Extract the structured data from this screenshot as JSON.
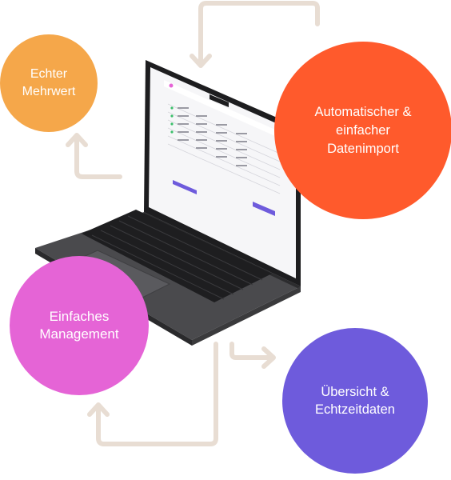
{
  "diagram": {
    "nodes": [
      {
        "id": "mehrwert",
        "label": "Echter\nMehrwert",
        "color": "#F5A74A"
      },
      {
        "id": "import",
        "label": "Automatischer &\neinfacher\nDatenimport",
        "color": "#FF5A2C"
      },
      {
        "id": "management",
        "label": "Einfaches\nManagement",
        "color": "#E564D6"
      },
      {
        "id": "uebersicht",
        "label": "Übersicht &\nEchtzeitdaten",
        "color": "#6E5BDC"
      }
    ],
    "arrow_color": "#E8DDD3",
    "center_image": "laptop showing a data table dashboard"
  }
}
